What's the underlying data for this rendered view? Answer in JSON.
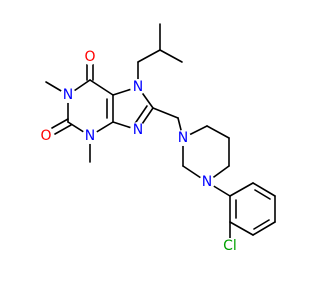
{
  "colors": {
    "bond": "#000000",
    "nitrogen": "#0000ff",
    "oxygen": "#ff0000",
    "chlorine": "#00a000",
    "background": "#ffffff"
  },
  "atoms": {
    "o6": "O",
    "o2": "O",
    "n1": "N",
    "n3": "N",
    "n7": "N",
    "n9": "N",
    "n_pip_top": "N",
    "n_pip_bottom": "N",
    "cl": "Cl"
  }
}
